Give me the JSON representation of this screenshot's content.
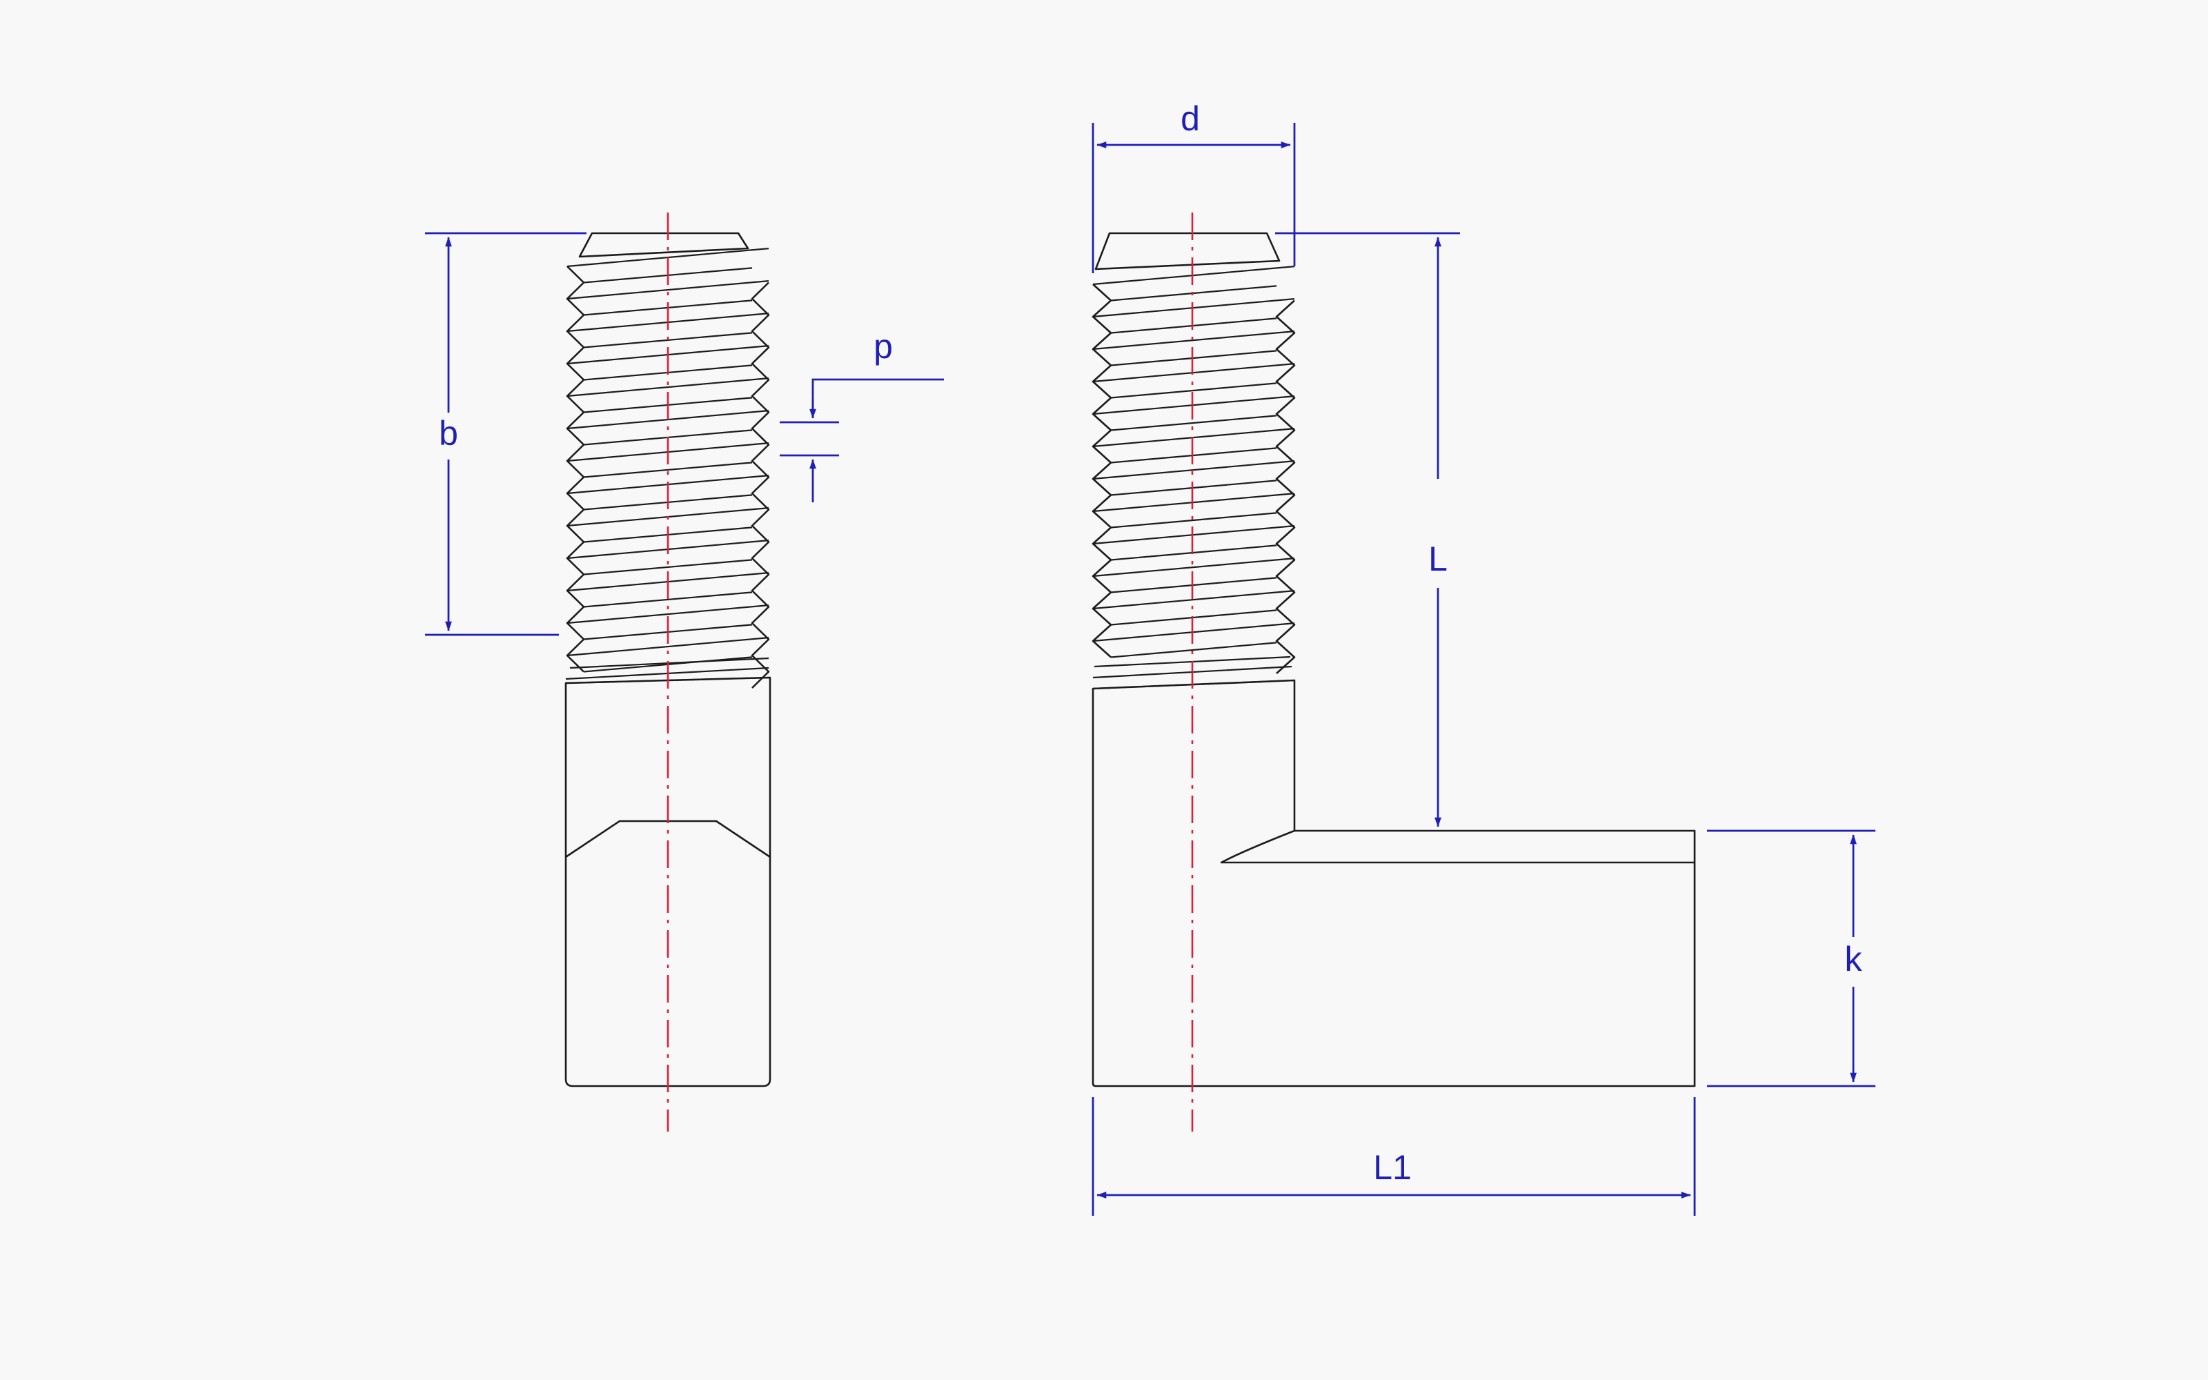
{
  "dimension_labels": {
    "b": "b",
    "p": "p",
    "d": "d",
    "L": "L",
    "k": "k",
    "L1": "L1"
  },
  "colors": {
    "background": "#f8f8f8",
    "outline": "#1c1c1c",
    "center_line": "#d6213c",
    "dimension": "#1f1fb8"
  }
}
